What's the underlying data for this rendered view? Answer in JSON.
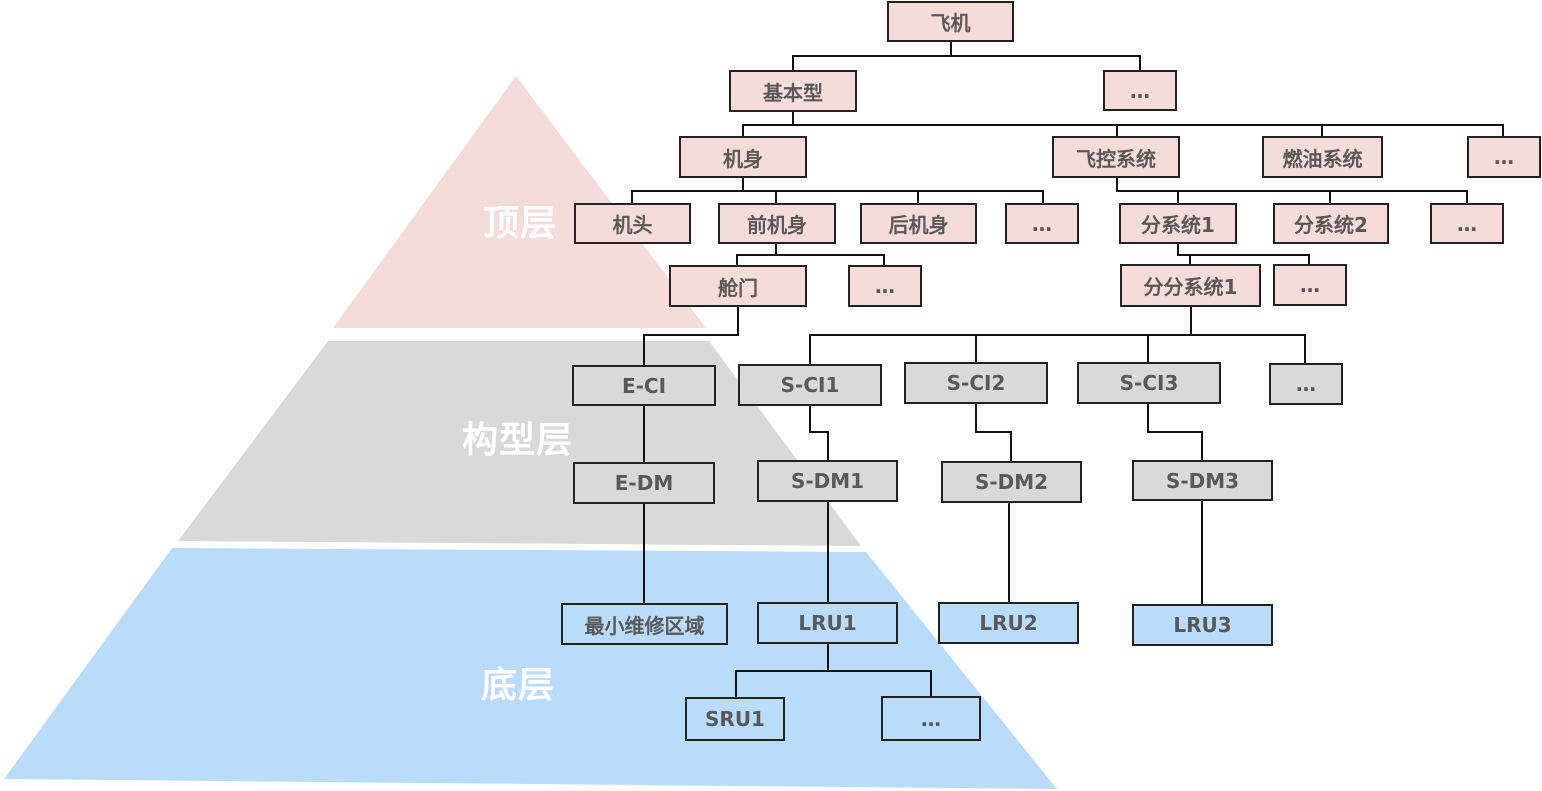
{
  "colors": {
    "top_layer_fill": "#f6dbdb",
    "config_layer_fill": "#d9d9d9",
    "bottom_layer_fill": "#b9dcfb",
    "node_text": "#595959",
    "node_border": "#222222",
    "connector": "#111111"
  },
  "layers": {
    "top": "顶层",
    "config": "构型层",
    "bottom": "底层"
  },
  "nodes": {
    "aircraft": "飞机",
    "basic_type": "基本型",
    "basic_more": "…",
    "fuselage": "机身",
    "flight_control": "飞控系统",
    "fuel_system": "燃油系统",
    "system_more": "…",
    "nose": "机头",
    "forward_fuselage": "前机身",
    "aft_fuselage": "后机身",
    "fuselage_more": "…",
    "subsystem_1": "分系统1",
    "subsystem_2": "分系统2",
    "subsystem_more": "…",
    "hatch": "舱门",
    "forward_more": "…",
    "sub_subsystem_1": "分分系统1",
    "sub_subsystem_more": "…",
    "e_ci": "E-CI",
    "s_ci1": "S-CI1",
    "s_ci2": "S-CI2",
    "s_ci3": "S-CI3",
    "ci_more": "…",
    "e_dm": "E-DM",
    "s_dm1": "S-DM1",
    "s_dm2": "S-DM2",
    "s_dm3": "S-DM3",
    "min_repair_area": "最小维修区域",
    "lru1": "LRU1",
    "lru2": "LRU2",
    "lru3": "LRU3",
    "sru1": "SRU1",
    "sru_more": "…"
  }
}
